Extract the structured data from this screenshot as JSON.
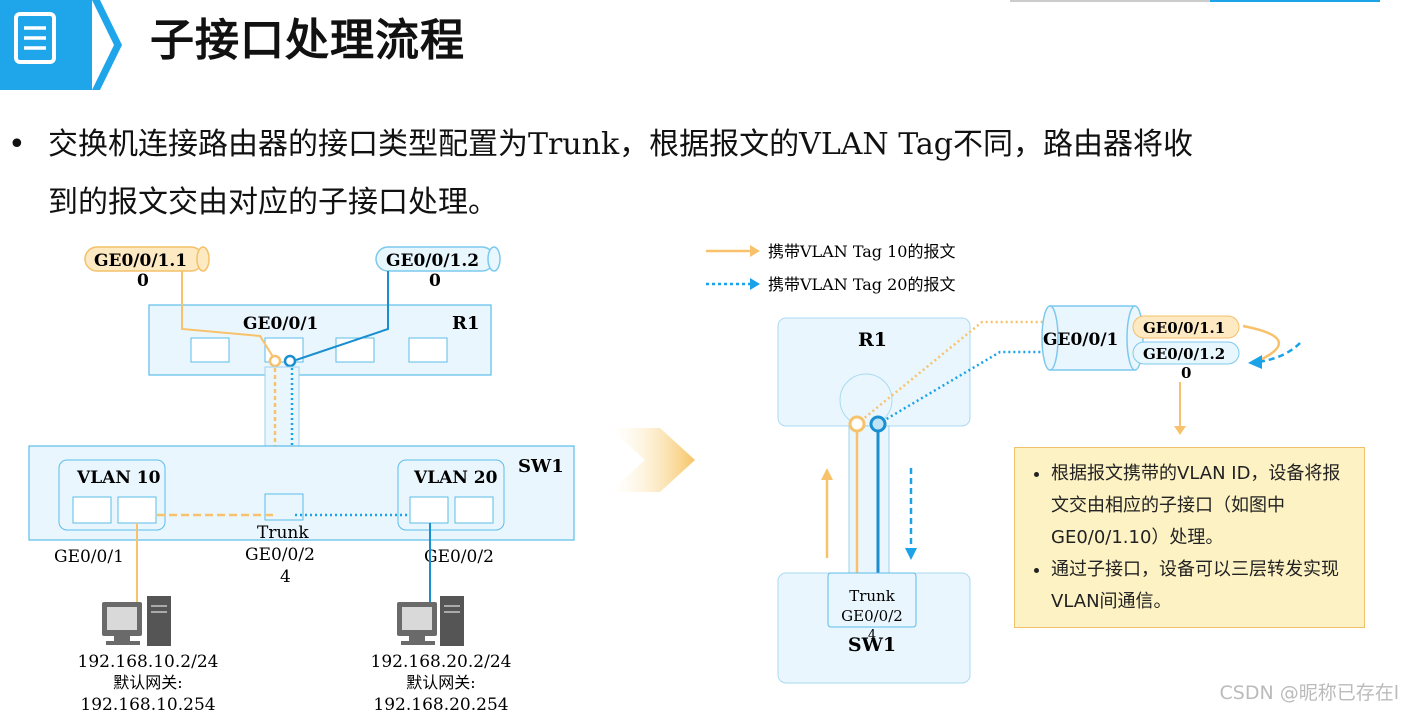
{
  "title": "子接口处理流程",
  "bullet_line1": "交换机连接路由器的接口类型配置为Trunk，根据报文的VLAN Tag不同，路由器将收",
  "bullet_line2": "到的报文交由对应的子接口处理。",
  "left": {
    "sub1_label": "GE0/0/1.1",
    "sub1_suffix": "0",
    "sub2_label": "GE0/0/1.2",
    "sub2_suffix": "0",
    "r1_port": "GE0/0/1",
    "r1_name": "R1",
    "sw1_name": "SW1",
    "vlan10": "VLAN 10",
    "vlan20": "VLAN 20",
    "trunk": "Trunk",
    "trunk_port": "GE0/0/2",
    "trunk_suffix": "4",
    "port_left": "GE0/0/1",
    "port_right": "GE0/0/2",
    "pc1_ip": "192.168.10.2/24",
    "pc1_gw_label": "默认网关:",
    "pc1_gw": "192.168.10.254",
    "pc2_ip": "192.168.20.2/24",
    "pc2_gw_label": "默认网关:",
    "pc2_gw": "192.168.20.254"
  },
  "legend": {
    "tag10": "携带VLAN Tag 10的报文",
    "tag20": "携带VLAN Tag 20的报文"
  },
  "right": {
    "r1_name": "R1",
    "port": "GE0/0/1",
    "sub1": "GE0/0/1.1",
    "sub2": "GE0/0/1.2",
    "sub_suffix": "0",
    "trunk": "Trunk",
    "trunk_port": "GE0/0/2",
    "trunk_suffix": "4",
    "sw1_name": "SW1"
  },
  "note": {
    "item1": "根据报文携带的VLAN ID，设备将报文交由相应的子接口（如图中GE0/0/1.10）处理。",
    "item2": "通过子接口，设备可以三层转发实现VLAN间通信。"
  },
  "watermark": "CSDN @昵称已存在l",
  "colors": {
    "accent_blue": "#1aa3e8",
    "orange": "#f7c26b",
    "box_fill": "#eaf6fd",
    "box_border": "#5bbde9",
    "note_fill": "#fdf2c4"
  }
}
